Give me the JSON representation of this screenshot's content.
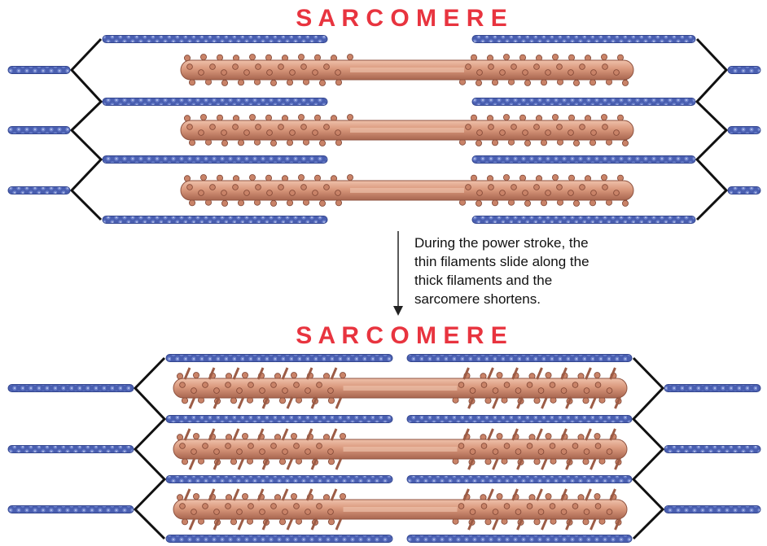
{
  "top_diagram": {
    "title": "S A R C O M E R E"
  },
  "bottom_diagram": {
    "title": "S A R C O M E R E"
  },
  "caption": {
    "lines": [
      "During the power stroke, the",
      "thin filaments slide along the",
      "thick filaments and the",
      "sarcomere shortens."
    ]
  },
  "colors": {
    "title": "#e8343f",
    "thin_filament": "#4a5fb0",
    "thick_filament": "#d6967c",
    "myosin_head": "#b86e55",
    "z_line": "#111111"
  }
}
